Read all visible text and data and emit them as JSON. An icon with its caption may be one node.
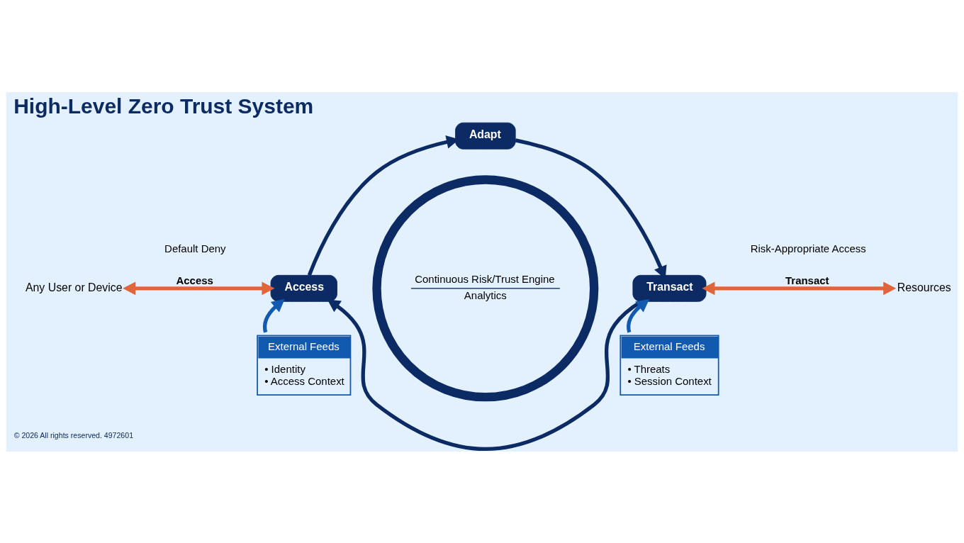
{
  "diagram": {
    "title": "High-Level Zero Trust System",
    "nodes": [
      {
        "text": [
          "Adapt"
        ]
      },
      {
        "text": [
          "Any User or Device"
        ]
      },
      {
        "text": [
          "Access"
        ]
      },
      {
        "text": [
          "Continuous Risk/Trust Engine",
          "Analytics"
        ]
      },
      {
        "text": [
          "Transact"
        ]
      },
      {
        "text": [
          "Resources"
        ]
      },
      {
        "text": [
          "External Feeds",
          "• Identity",
          "• Access Context"
        ]
      },
      {
        "text": [
          "External Feeds",
          "• Threats",
          "• Session Context"
        ]
      }
    ],
    "edges": [
      {
        "from": 2,
        "to": 0,
        "arrow": "to"
      },
      {
        "from": 0,
        "to": 4,
        "arrow": "to"
      },
      {
        "from": 4,
        "to": 2,
        "arrow": "to"
      },
      {
        "from": 1,
        "to": 2,
        "arrow": "both",
        "label": "Access",
        "color": "#e0653a"
      },
      {
        "from": 4,
        "to": 5,
        "arrow": "both",
        "label": "Transact",
        "color": "#e0653a"
      },
      {
        "from": 6,
        "to": 2,
        "arrow": "to",
        "color": "#1259b0"
      },
      {
        "from": 7,
        "to": 4,
        "arrow": "to",
        "color": "#1259b0"
      }
    ],
    "labels": [
      "Default Deny",
      "Risk-Appropriate Access",
      "© 2026 All rights reserved. 4972601"
    ]
  }
}
